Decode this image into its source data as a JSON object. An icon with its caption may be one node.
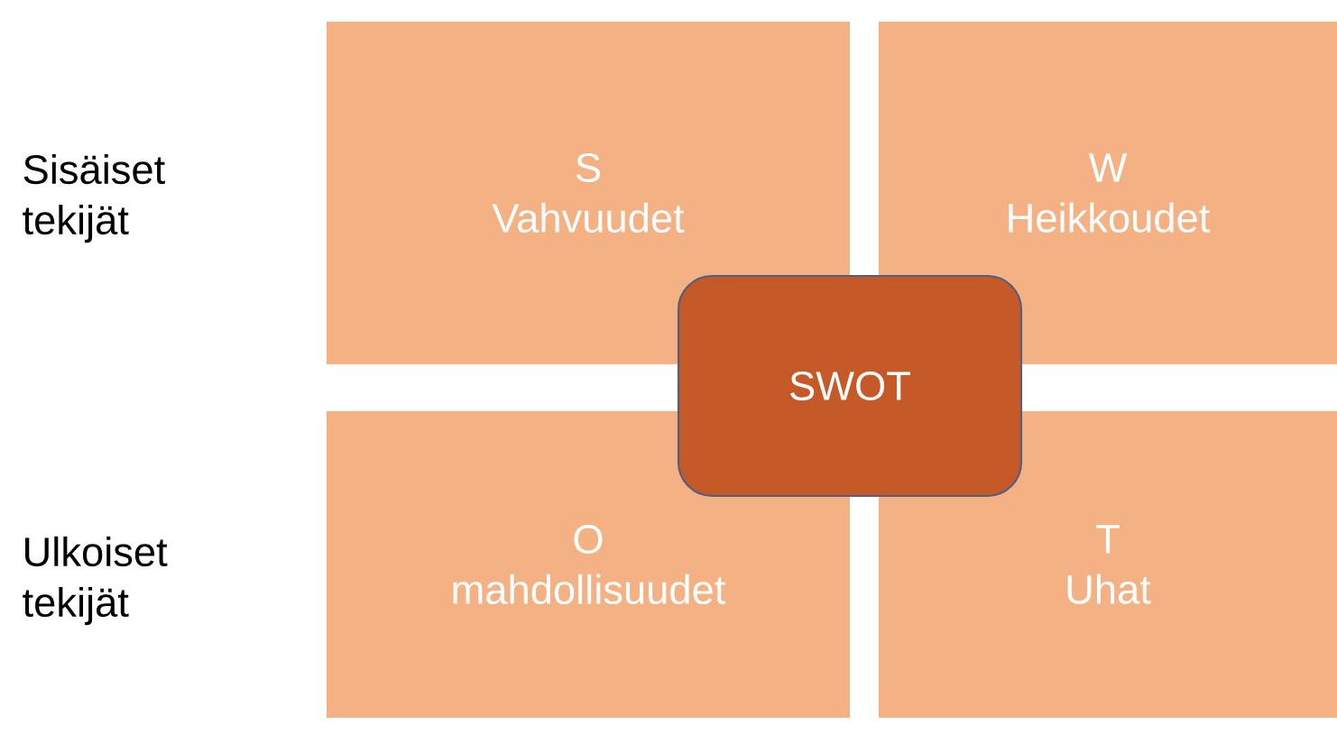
{
  "diagram": {
    "nodes": [
      {
        "text": [
          "S",
          "Vahvuudet"
        ]
      },
      {
        "text": [
          "W",
          "Heikkoudet"
        ]
      },
      {
        "text": [
          "O",
          "mahdollisuudet"
        ]
      },
      {
        "text": [
          "T",
          "Uhat"
        ]
      },
      {
        "text": [
          "SWOT"
        ]
      }
    ],
    "labels": [
      "Sisäiset tekijät",
      "Ulkoiset tekijät"
    ]
  }
}
